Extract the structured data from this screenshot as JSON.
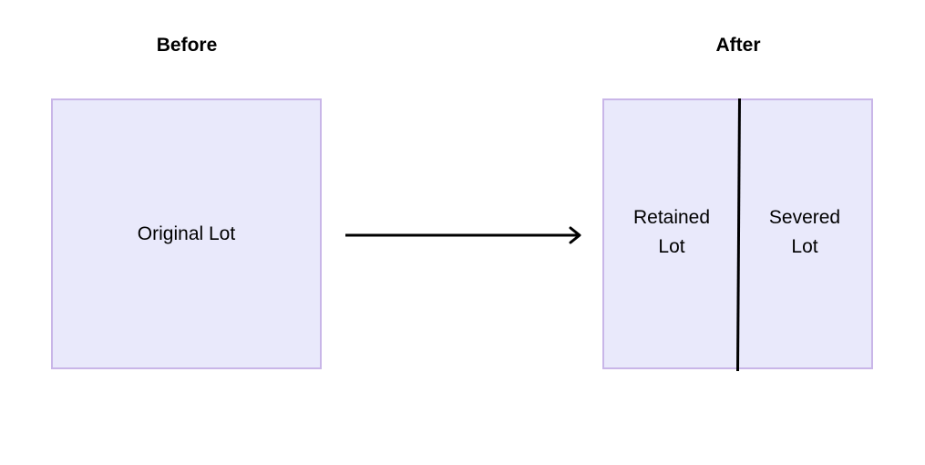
{
  "headings": {
    "before": "Before",
    "after": "After"
  },
  "before_box": {
    "label": "Original Lot"
  },
  "after_box": {
    "left_label_line1": "Retained",
    "left_label_line2": "Lot",
    "right_label_line1": "Severed",
    "right_label_line2": "Lot"
  },
  "colors": {
    "box_fill": "#e9e9fb",
    "box_border": "#c9b6e8",
    "line": "#000000"
  }
}
